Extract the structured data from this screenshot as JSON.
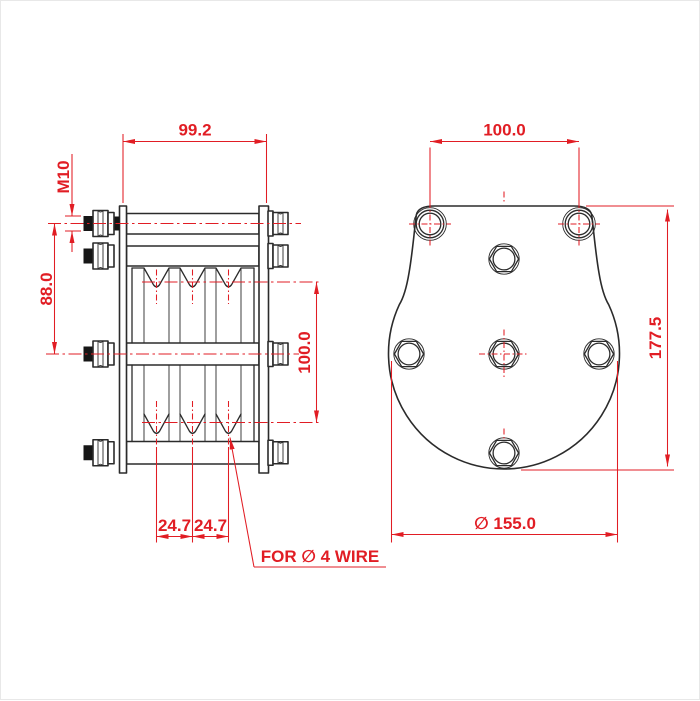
{
  "drawing": {
    "type": "2-view mechanical drawing of grooved wire pulley block",
    "colors": {
      "dimension": "#e11d24",
      "outline": "#2b2b2b",
      "background": "#ffffff"
    }
  },
  "side_view": {
    "labels": {
      "overall_width": "99.2",
      "stud_thread": "M10",
      "stud_spacing": "88.0",
      "groove_span": "100.0",
      "groove_pitch_left": "24.7",
      "groove_pitch_right": "24.7",
      "wire_note": "FOR ∅ 4 WIRE"
    }
  },
  "front_view": {
    "labels": {
      "top_hole_spacing": "100.0",
      "overall_height": "177.5",
      "body_diameter": "∅ 155.0"
    }
  }
}
